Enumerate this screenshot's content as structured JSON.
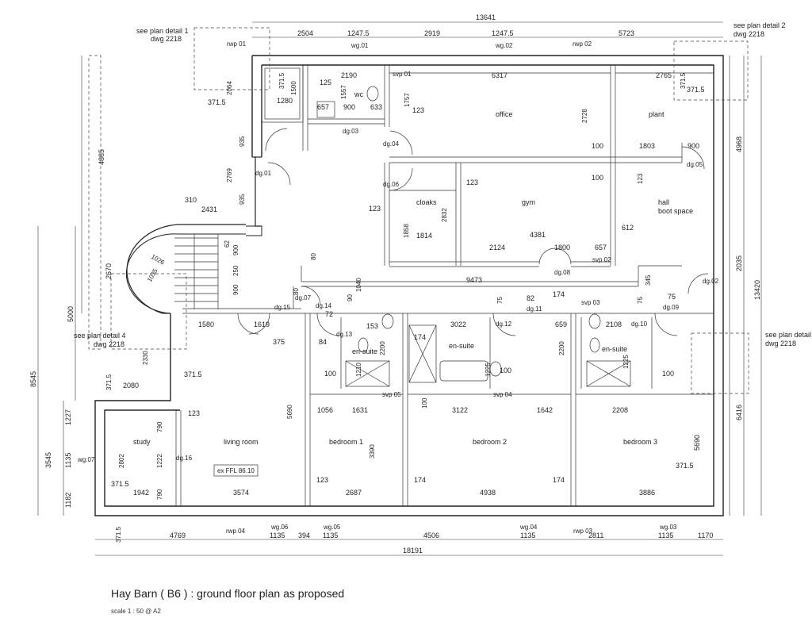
{
  "title": "Hay Barn ( B6 ) : ground floor plan as proposed",
  "scale": "scale 1 : 50 @ A2",
  "detail_refs": [
    {
      "line1": "see plan detail 1",
      "line2": "dwg 2218"
    },
    {
      "line1": "see plan detail 2",
      "line2": "dwg 2218"
    },
    {
      "line1": "see plan detail",
      "line2": "dwg 2218"
    },
    {
      "line1": "see plan detail 4",
      "line2": "dwg 2218"
    }
  ],
  "rooms": {
    "office": "office",
    "plant": "plant",
    "wc": "wc",
    "cloaks": "cloaks",
    "gym": "gym",
    "hall": "hall",
    "boot": "boot space",
    "ensuite1": "en-suite",
    "ensuite2": "en-suite",
    "ensuite3": "en-suite",
    "study": "study",
    "living": "living room",
    "bed1": "bedroom 1",
    "bed2": "bedroom 2",
    "bed3": "bedroom 3"
  },
  "ffl": "ex FFL 86.10",
  "tags": {
    "wg01": "wg.01",
    "wg02": "wg.02",
    "wg03": "wg.03",
    "wg04": "wg.04",
    "wg05": "wg.05",
    "wg06": "wg.06",
    "wg07": "wg.07",
    "rwp01": "rwp 01",
    "rwp02": "rwp 02",
    "rwp03": "rwp 03",
    "rwp04": "rwp 04",
    "svp01": "svp 01",
    "svp02": "svp 02",
    "svp03": "svp 03",
    "svp04": "svp 04",
    "svp05": "svp 05",
    "dg01": "dg.01",
    "dg02": "dg.02",
    "dg03": "dg.03",
    "dg04": "dg.04",
    "dg05": "dg.05",
    "dg06": "dg.06",
    "dg07": "dg.07",
    "dg08": "dg.08",
    "dg09": "dg.09",
    "dg10": "dg.10",
    "dg11": "dg.11",
    "dg12": "dg.12",
    "dg13": "dg.13",
    "dg14": "dg.14",
    "dg15": "dg.15",
    "dg16": "dg.16"
  },
  "dims": {
    "top_overall": "13641",
    "top1": "2504",
    "top2": "1247.5",
    "top3": "2919",
    "top4": "1247.5",
    "top5": "5723",
    "bottom_overall": "18191",
    "bot1": "4769",
    "bot2": "1135",
    "bot3": "394",
    "bot4": "1135",
    "bot5": "4506",
    "bot6": "1135",
    "bot7": "2811",
    "bot8": "1135",
    "bot9": "1170",
    "bot10": "371.5",
    "left_4885": "4885",
    "left_8545": "8545",
    "left_5000": "5000",
    "left_2670": "2670",
    "left_3545": "3545",
    "left_1227": "1227",
    "left_1135": "1135",
    "left_1182": "1182",
    "right_4968": "4968",
    "right_13420": "13420",
    "right_2035": "2035",
    "right_6416": "6416",
    "right_5690": "5690",
    "d2190": "2190",
    "d6317": "6317",
    "d2765": "2765",
    "d1757": "1757",
    "d1557": "1557",
    "d657a": "657",
    "d900a": "900",
    "d633": "633",
    "d125": "125",
    "d1280": "1280",
    "d1500": "1500",
    "d371a": "371.5",
    "d371b": "371.5",
    "d371c": "371.5",
    "d371d": "371.5",
    "d371e": "371.5",
    "d371f": "371.5",
    "d371g": "371.5",
    "d371h": "371.5",
    "d2064": "2064",
    "d935a": "935",
    "d935b": "935",
    "d2769": "2769",
    "d310": "310",
    "d2431": "2431",
    "d2728": "2728",
    "d100a": "100",
    "d1803": "1803",
    "d900b": "900",
    "d100b": "100",
    "d123a": "123",
    "d123b": "123",
    "d123c": "123",
    "d123d": "123",
    "d2832": "2832",
    "d1858": "1858",
    "d1814": "1814",
    "d4381": "4381",
    "d2124": "2124",
    "d1800": "1800",
    "d657b": "657",
    "d612": "612",
    "d9473": "9473",
    "d345": "345",
    "d900c": "900",
    "d900d": "900",
    "d62": "62",
    "d250": "250",
    "d1026": "1026",
    "d1035": "1035",
    "d1580": "1580",
    "d1619": "1619",
    "d375": "375",
    "d84": "84",
    "d72": "72",
    "d153": "153",
    "d3022": "3022",
    "d659": "659",
    "d2108": "2108",
    "d2200a": "2200",
    "d2200b": "2200",
    "d1210": "1210",
    "d174a": "174",
    "d1225a": "1225",
    "d1225b": "1225",
    "d100c": "100",
    "d100d": "100",
    "d100e": "100",
    "d2330": "2330",
    "d2080": "2080",
    "d1056": "1056",
    "d1631": "1631",
    "d3122": "3122",
    "d1642": "1642",
    "d2208": "2208",
    "d5690": "5690",
    "d3390": "3390",
    "d790a": "790",
    "d790b": "790",
    "d1222": "1222",
    "d2802": "2802",
    "d1942": "1942",
    "d3574": "3574",
    "d2687": "2687",
    "d4938": "4938",
    "d3886": "3886",
    "d123e": "123",
    "d174b": "174",
    "d174c": "174",
    "d123f": "123",
    "d82": "82",
    "d174d": "174",
    "d75a": "75",
    "d75b": "75",
    "d75c": "75",
    "d80a": "80",
    "d80b": "80",
    "d90": "90",
    "d1040": "1040",
    "d100f": "100"
  }
}
